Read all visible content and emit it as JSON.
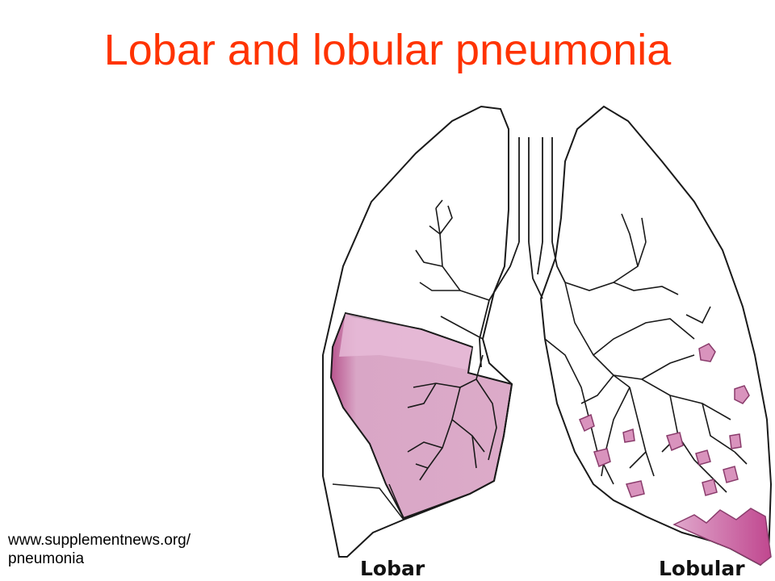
{
  "slide": {
    "title": "Lobar and lobular pneumonia",
    "source_line1": "www.supplementnews.org/",
    "source_line2": "pneumonia"
  },
  "diagram": {
    "left_lung_label": "Lobar",
    "right_lung_label": "Lobular",
    "consolidation_color": "#d9a6c6",
    "consolidation_dark_color": "#b8558e",
    "patch_color": "#d993bd",
    "outline_color": "#1a1a1a"
  }
}
